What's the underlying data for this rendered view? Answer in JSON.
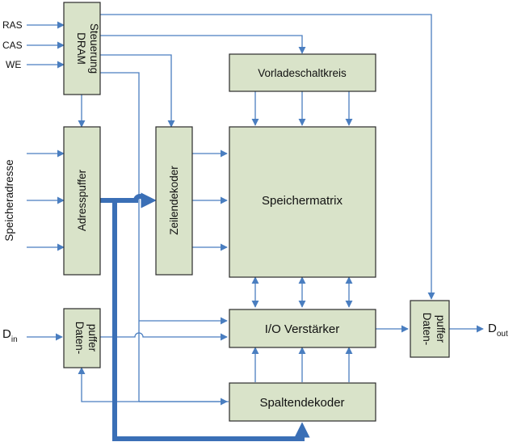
{
  "blocks": {
    "dram_control": {
      "line1": "DRAM",
      "line2": "Steuerung"
    },
    "precharge": "Vorladeschaltkreis",
    "address_buffer": "Adresspuffer",
    "row_decoder": "Zeilendekoder",
    "memory_matrix": "Speichermatrix",
    "data_buffer_in": {
      "line1": "Daten-",
      "line2": "puffer"
    },
    "io_amplifier": "I/O Verstärker",
    "column_decoder": "Spaltendekoder",
    "data_buffer_out": {
      "line1": "Daten-",
      "line2": "puffer"
    }
  },
  "signals": {
    "ras": "RAS",
    "cas": "CAS",
    "we": "WE",
    "address": "Speicheradresse",
    "din": {
      "main": "D",
      "sub": "in"
    },
    "dout": {
      "main": "D",
      "sub": "out"
    }
  },
  "colors": {
    "block_fill": "#d9e3c9",
    "wire": "#4a7ec0",
    "bus": "#3a6fb6"
  }
}
